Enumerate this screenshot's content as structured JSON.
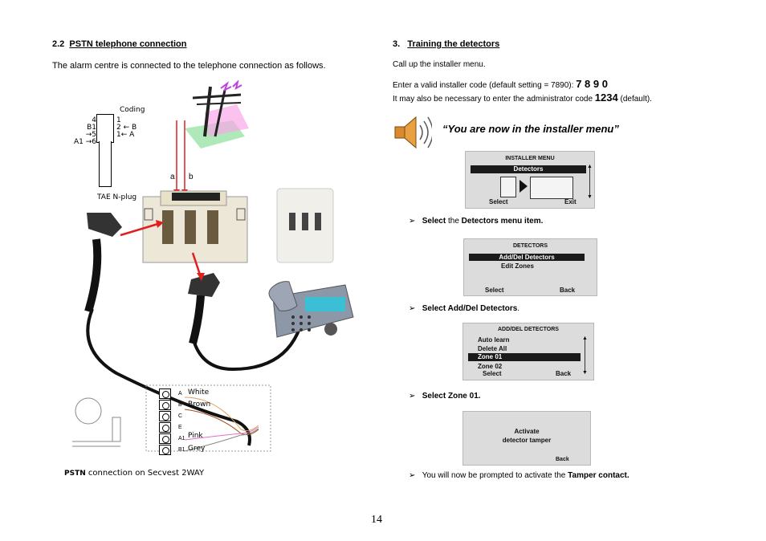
{
  "left": {
    "heading_num": "2.2",
    "heading_text": "PSTN telephone connection",
    "intro": "The alarm centre is connected to the telephone connection as follows.",
    "plug": {
      "coding": "Coding",
      "pins_left": [
        "4",
        "B1 →5",
        "A1 →6"
      ],
      "pins_right": [
        "1",
        "2 ← B",
        "1← A"
      ],
      "label": "TAE N-plug"
    },
    "wire_a": "a",
    "wire_b": "b",
    "terminal": {
      "letters": [
        "A",
        "B",
        "C",
        "E",
        "A1",
        "B1"
      ],
      "colors": [
        "White",
        "Brown",
        "",
        "",
        "Pink",
        "Grey"
      ]
    },
    "caption_bold": "PSTN",
    "caption_rest": " connection on Secvest 2WAY"
  },
  "right": {
    "heading_num": "3.",
    "heading_text": "Training the detectors",
    "line1": "Call up the installer menu.",
    "line2_pre": "Enter a valid installer code (default setting = 7890): ",
    "line2_code": "7 8 9 0",
    "line3_pre": "It may also be necessary to enter the administrator code ",
    "line3_code": "1234",
    "line3_post": " (default).",
    "speech": "“You are now in the installer menu”",
    "lcd1": {
      "title": "INSTALLER MENU",
      "selected": "Detectors",
      "left": "Select",
      "right": "Exit"
    },
    "step1_bold": "Select",
    "step1_mid": " the ",
    "step1_bold2": "Detectors",
    "step1_rest": " menu item.",
    "lcd2": {
      "title": "DETECTORS",
      "selected": "Add/Del Detectors",
      "item2": "Edit Zones",
      "left": "Select",
      "right": "Back"
    },
    "step2": "Select Add/Del Detectors",
    "step2_dot": ".",
    "lcd3": {
      "title": "ADD/DEL DETECTORS",
      "items": [
        "Auto learn",
        "Delete All",
        "Zone 01",
        "Zone 02"
      ],
      "left": "Select",
      "right": "Back"
    },
    "step3": "Select Zone 01.",
    "lcd4": {
      "line1": "Activate",
      "line2": "detector tamper",
      "right": "Back"
    },
    "step4_pre": "You will now be prompted to activate the ",
    "step4_bold": "Tamper contact."
  },
  "page_number": "14"
}
